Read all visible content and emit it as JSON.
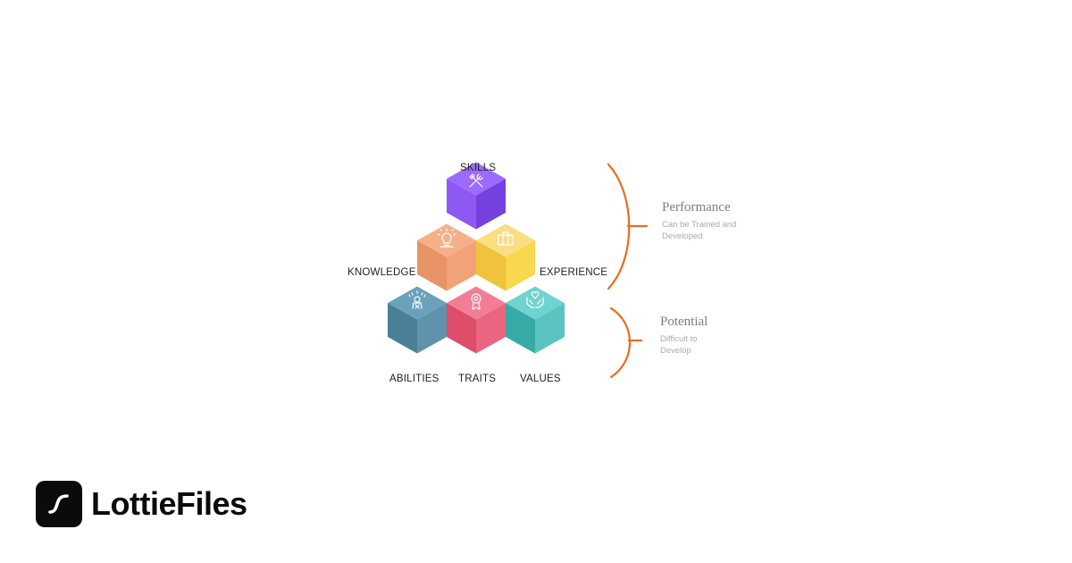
{
  "diagram": {
    "blocks": [
      {
        "id": "skills",
        "label": "SKILLS",
        "icon": "tools-icon",
        "colors": {
          "top": "#9b6bff",
          "left": "#8e58f5",
          "right": "#7541de"
        }
      },
      {
        "id": "knowledge",
        "label": "KNOWLEDGE",
        "icon": "lightbulb-icon",
        "colors": {
          "top": "#f5b08a",
          "left": "#e89366",
          "right": "#f2a279"
        }
      },
      {
        "id": "experience",
        "label": "EXPERIENCE",
        "icon": "briefcase-icon",
        "colors": {
          "top": "#f9de82",
          "left": "#f0c33c",
          "right": "#f7d84e"
        }
      },
      {
        "id": "abilities",
        "label": "ABILITIES",
        "icon": "award-person-icon",
        "colors": {
          "top": "#6aa2bc",
          "left": "#4a7f97",
          "right": "#5f93ab"
        }
      },
      {
        "id": "traits",
        "label": "TRAITS",
        "icon": "medal-icon",
        "colors": {
          "top": "#f17e95",
          "left": "#de4d6a",
          "right": "#ea6680"
        }
      },
      {
        "id": "values",
        "label": "VALUES",
        "icon": "hands-heart-icon",
        "colors": {
          "top": "#6fd3cf",
          "left": "#36aaa6",
          "right": "#5cc4c0"
        }
      }
    ],
    "groups": [
      {
        "id": "performance",
        "title": "Performance",
        "description": "Can be Trained and Developed"
      },
      {
        "id": "potential",
        "title": "Potential",
        "description": "Difficult to Develop"
      }
    ],
    "bracket_color": "#ea6c1f"
  },
  "brand": {
    "name": "LottieFiles",
    "logo_icon": "lottie-logo-icon",
    "color": "#0b0b0b"
  }
}
